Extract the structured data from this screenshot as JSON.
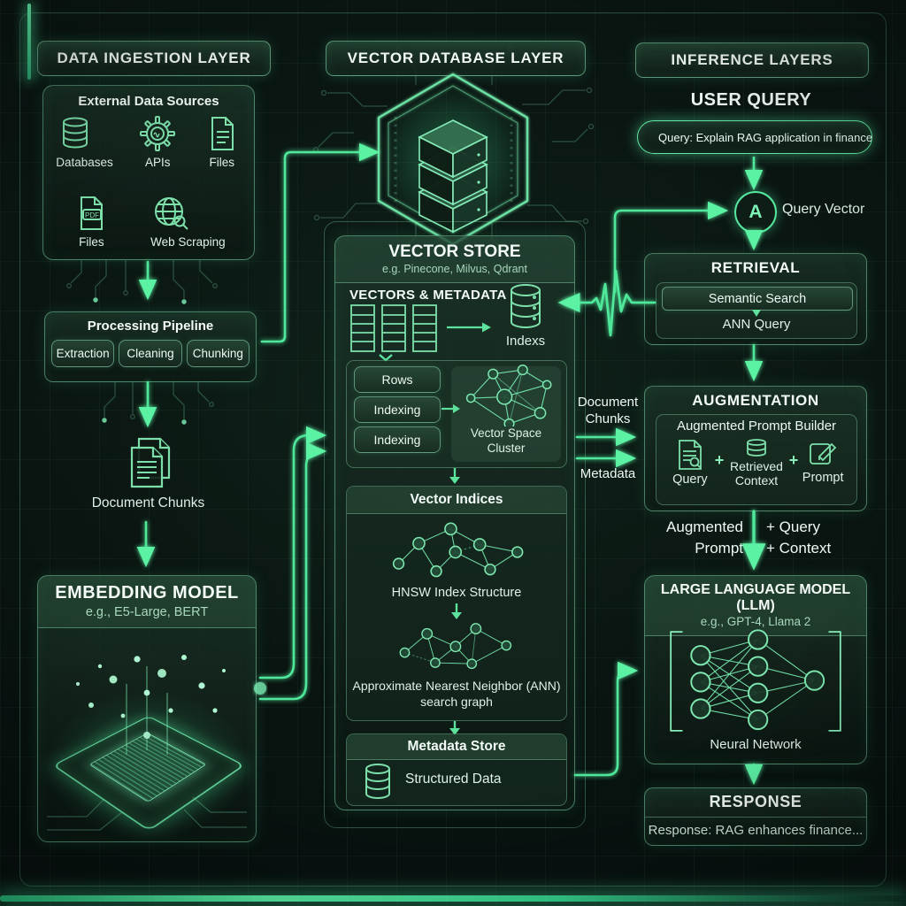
{
  "colors": {
    "accent": "#4ef0a0",
    "border": "#6fd9a4",
    "background": "#0b1511"
  },
  "ingestion": {
    "header": "DATA INGESTION LAYER",
    "sources": {
      "title": "External Data Sources",
      "row1": [
        {
          "label": "Databases"
        },
        {
          "label": "APIs"
        },
        {
          "label": "Files"
        }
      ],
      "row2": [
        {
          "label": "Files"
        },
        {
          "label": "Web Scraping"
        }
      ],
      "pdf_badge": "PDF"
    },
    "pipeline": {
      "title": "Processing Pipeline",
      "steps": [
        "Extraction",
        "Cleaning",
        "Chunking"
      ]
    },
    "chunks_label": "Document Chunks",
    "embedding": {
      "title": "EMBEDDING MODEL",
      "subtitle": "e.g., E5-Large, BERT"
    }
  },
  "vector_db": {
    "header": "VECTOR DATABASE LAYER",
    "store": {
      "title": "VECTOR STORE",
      "subtitle": "e.g. Pinecone, Milvus, Qdrant",
      "vectors_label": "VECTORS & METADATA",
      "index_label": "Indexs",
      "pills": [
        "Rows",
        "Indexing",
        "Indexing"
      ],
      "cluster_label": "Vector Space Cluster"
    },
    "indices": {
      "title": "Vector Indices",
      "hnsw_label": "HNSW Index Structure",
      "ann_label": "Approximate Nearest Neighbor (ANN) search graph"
    },
    "metadata_store": {
      "title": "Metadata Store",
      "item": "Structured Data"
    }
  },
  "inference": {
    "header": "INFERENCE LAYERS",
    "user_query_title": "USER QUERY",
    "query_text": "Query: Explain RAG application in finance",
    "query_vector": {
      "badge": "A",
      "label": "Query Vector"
    },
    "retrieval": {
      "title": "RETRIEVAL",
      "steps": [
        "Semantic Search",
        "ANN Query"
      ]
    },
    "augmentation": {
      "title": "AUGMENTATION",
      "builder": "Augmented Prompt Builder",
      "items": [
        "Query",
        "Retrieved Context",
        "Prompt"
      ],
      "plus": "+"
    },
    "flow": {
      "left": "Augmented Prompt",
      "right1": "+ Query",
      "right2": "+ Context"
    },
    "llm": {
      "title": "LARGE LANGUAGE MODEL (LLM)",
      "subtitle": "e.g., GPT-4, Llama 2",
      "caption": "Neural Network"
    },
    "response": {
      "title": "RESPONSE",
      "text": "Response: RAG enhances finance..."
    }
  },
  "edges": {
    "doc_chunks": "Document Chunks",
    "metadata": "Metadata"
  }
}
